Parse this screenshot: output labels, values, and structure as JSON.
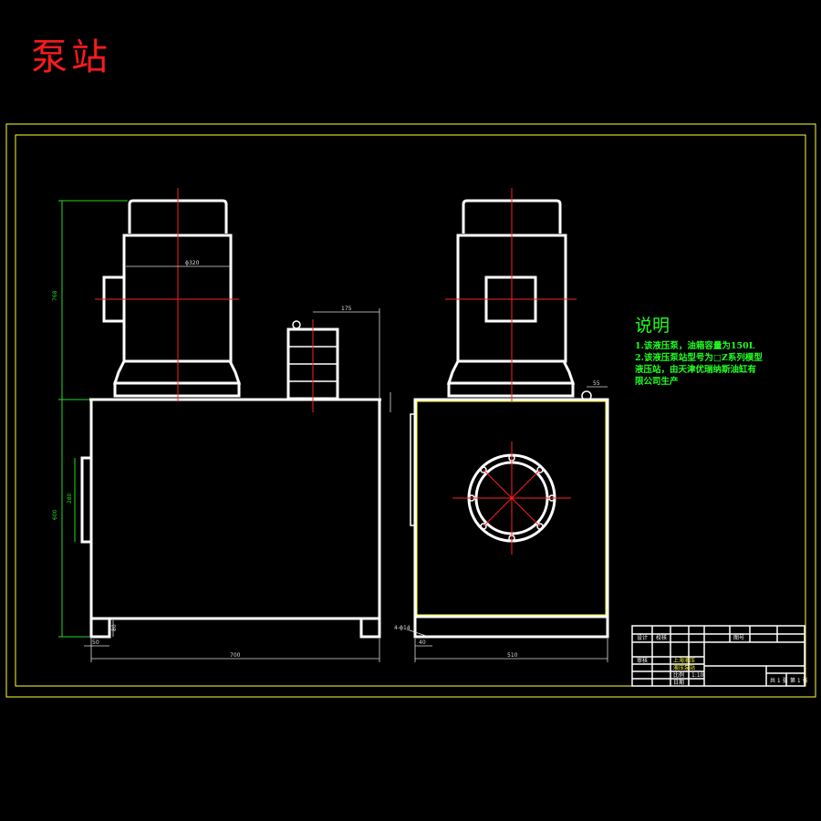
{
  "title": "泵站",
  "notes": {
    "heading": "说明",
    "lines": [
      "1.该液压泵，油箱容量为150L",
      "2.该液压泵站型号为□Z系列模型",
      "液压站，由天津优瑞纳斯油缸有",
      "限公司生产"
    ]
  },
  "dimensions": {
    "motor_width": "ϕ320",
    "filter_offset": "175",
    "overall_height": "768",
    "tank_height": "600",
    "port_span": "280",
    "leg_height": "80",
    "side_offset": "50",
    "foot_offset": "40",
    "total_width": "700",
    "side_width": "510",
    "anchor_bolt": "4-ϕ14",
    "side_top": "55"
  },
  "title_block": {
    "design": "设计",
    "check": "校核",
    "drawing_no": "图号",
    "drawing_no_value": "",
    "company": "上海液压",
    "product": "液压泵站",
    "scale": "比例",
    "scale_value": "1:10",
    "sheet": "共 1 张",
    "sheet_no": "第 1 张",
    "approve": "审核",
    "date": "日期"
  },
  "colors": {
    "background": "#000000",
    "title": "#ff1a1a",
    "notes": "#22ff22",
    "frame": "#ffff33",
    "outline": "#ffffff",
    "centerline": "#ff2020",
    "dimension": "#22dd22"
  }
}
